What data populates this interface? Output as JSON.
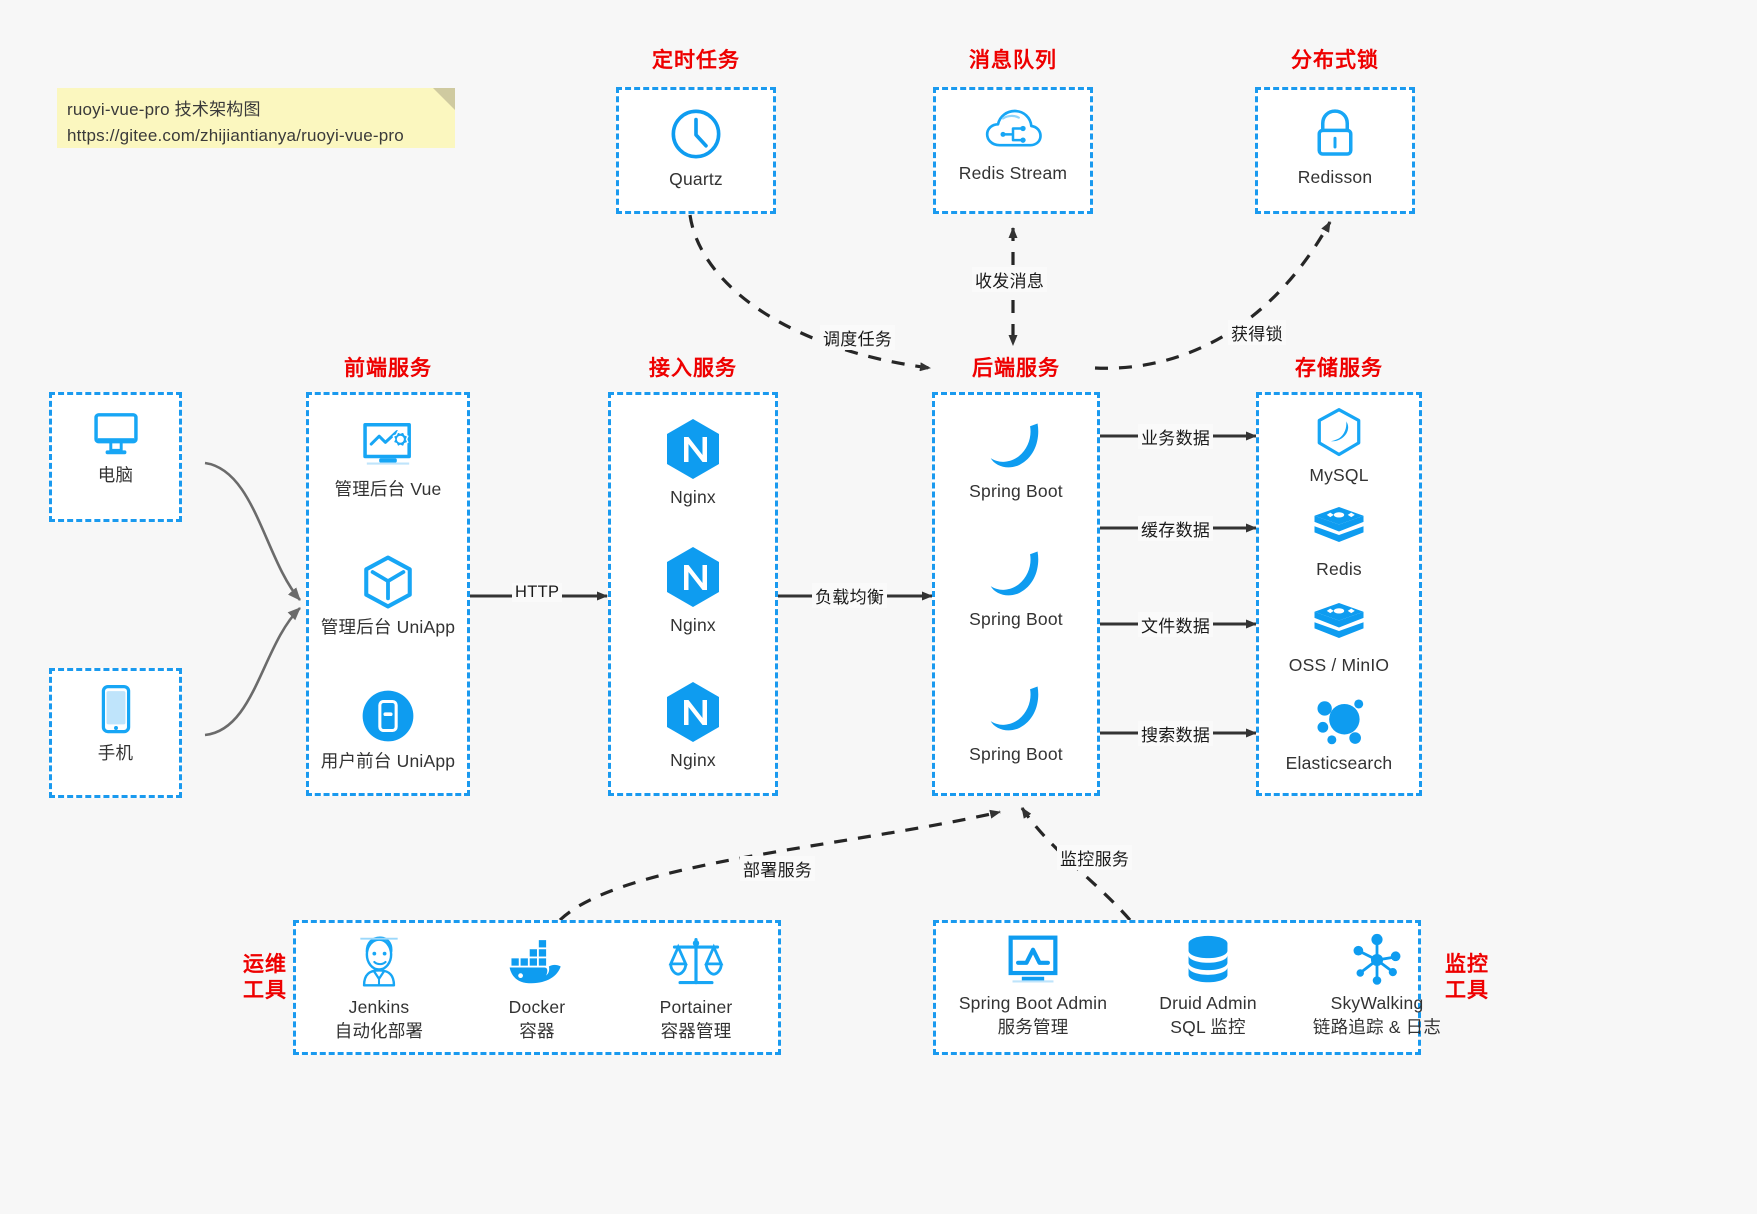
{
  "note": {
    "name": "sticky-note",
    "text": "ruoyi-vue-pro 技术架构图\nhttps://gitee.com/zhijiantianya/ruoyi-vue-pro"
  },
  "colors": {
    "accent_blue": "#1a9aef",
    "group_label_red": "#ee0000",
    "icon_blue": "#0e9cf0",
    "background": "#f7f7f7",
    "note_yellow": "#fbf7bf",
    "arrow_dark": "#333333"
  },
  "groups": {
    "scheduled_task": {
      "label": "定时任务",
      "items": [
        {
          "label": "Quartz",
          "icon": "clock-icon"
        }
      ]
    },
    "message_queue": {
      "label": "消息队列",
      "items": [
        {
          "label": "Redis Stream",
          "icon": "cloud-stream-icon"
        }
      ]
    },
    "distributed_lock": {
      "label": "分布式锁",
      "items": [
        {
          "label": "Redisson",
          "icon": "lock-icon"
        }
      ]
    },
    "clients": {
      "label": "",
      "items": [
        {
          "label": "电脑",
          "icon": "desktop-monitor-icon"
        },
        {
          "label": "手机",
          "icon": "mobile-phone-icon"
        }
      ]
    },
    "frontend": {
      "label": "前端服务",
      "items": [
        {
          "label": "管理后台 Vue",
          "icon": "dashboard-gear-icon"
        },
        {
          "label": "管理后台 UniApp",
          "icon": "hexagon-cube-icon"
        },
        {
          "label": "用户前台 UniApp",
          "icon": "mobile-app-icon"
        }
      ]
    },
    "gateway": {
      "label": "接入服务",
      "items": [
        {
          "label": "Nginx",
          "icon": "nginx-icon"
        },
        {
          "label": "Nginx",
          "icon": "nginx-icon"
        },
        {
          "label": "Nginx",
          "icon": "nginx-icon"
        }
      ]
    },
    "backend": {
      "label": "后端服务",
      "items": [
        {
          "label": "Spring Boot",
          "icon": "spring-boot-icon"
        },
        {
          "label": "Spring Boot",
          "icon": "spring-boot-icon"
        },
        {
          "label": "Spring Boot",
          "icon": "spring-boot-icon"
        }
      ]
    },
    "storage": {
      "label": "存储服务",
      "items": [
        {
          "label": "MySQL",
          "icon": "mysql-icon"
        },
        {
          "label": "Redis",
          "icon": "redis-stack-icon"
        },
        {
          "label": "OSS / MinIO",
          "icon": "object-storage-icon"
        },
        {
          "label": "Elasticsearch",
          "icon": "elasticsearch-icon"
        }
      ]
    },
    "devops": {
      "label": "运维\n工具",
      "label_line1": "运维",
      "label_line2": "工具",
      "items": [
        {
          "label": "Jenkins",
          "sub": "自动化部署",
          "icon": "jenkins-butler-icon"
        },
        {
          "label": "Docker",
          "sub": "容器",
          "icon": "docker-whale-icon"
        },
        {
          "label": "Portainer",
          "sub": "容器管理",
          "icon": "balance-scale-icon"
        }
      ]
    },
    "monitoring": {
      "label": "监控\n工具",
      "label_line1": "监控",
      "label_line2": "工具",
      "items": [
        {
          "label": "Spring Boot Admin",
          "sub": "服务管理",
          "icon": "monitor-chart-icon"
        },
        {
          "label": "Druid Admin",
          "sub": "SQL 监控",
          "icon": "database-cylinder-icon"
        },
        {
          "label": "SkyWalking",
          "sub": "链路追踪 & 日志",
          "icon": "network-trace-icon"
        }
      ]
    }
  },
  "edges": [
    {
      "id": "schedule",
      "label": "调度任务",
      "from": "scheduled_task",
      "to": "backend",
      "style": "dashed"
    },
    {
      "id": "messaging",
      "label": "收发消息",
      "from": "message_queue",
      "to": "backend",
      "style": "dashed",
      "bidirectional": true
    },
    {
      "id": "acquire-lock",
      "label": "获得锁",
      "from": "backend",
      "to": "distributed_lock",
      "style": "dashed"
    },
    {
      "id": "http",
      "label": "HTTP",
      "from": "frontend",
      "to": "gateway",
      "style": "solid"
    },
    {
      "id": "load-balance",
      "label": "负载均衡",
      "from": "gateway",
      "to": "backend",
      "style": "solid"
    },
    {
      "id": "business-data",
      "label": "业务数据",
      "from": "backend",
      "to": "storage",
      "style": "solid"
    },
    {
      "id": "cache-data",
      "label": "缓存数据",
      "from": "backend",
      "to": "storage",
      "style": "solid"
    },
    {
      "id": "file-data",
      "label": "文件数据",
      "from": "backend",
      "to": "storage",
      "style": "solid"
    },
    {
      "id": "search-data",
      "label": "搜索数据",
      "from": "backend",
      "to": "storage",
      "style": "solid"
    },
    {
      "id": "deploy",
      "label": "部署服务",
      "from": "devops",
      "to": "backend",
      "style": "dashed"
    },
    {
      "id": "monitor",
      "label": "监控服务",
      "from": "monitoring",
      "to": "backend",
      "style": "dashed"
    }
  ]
}
